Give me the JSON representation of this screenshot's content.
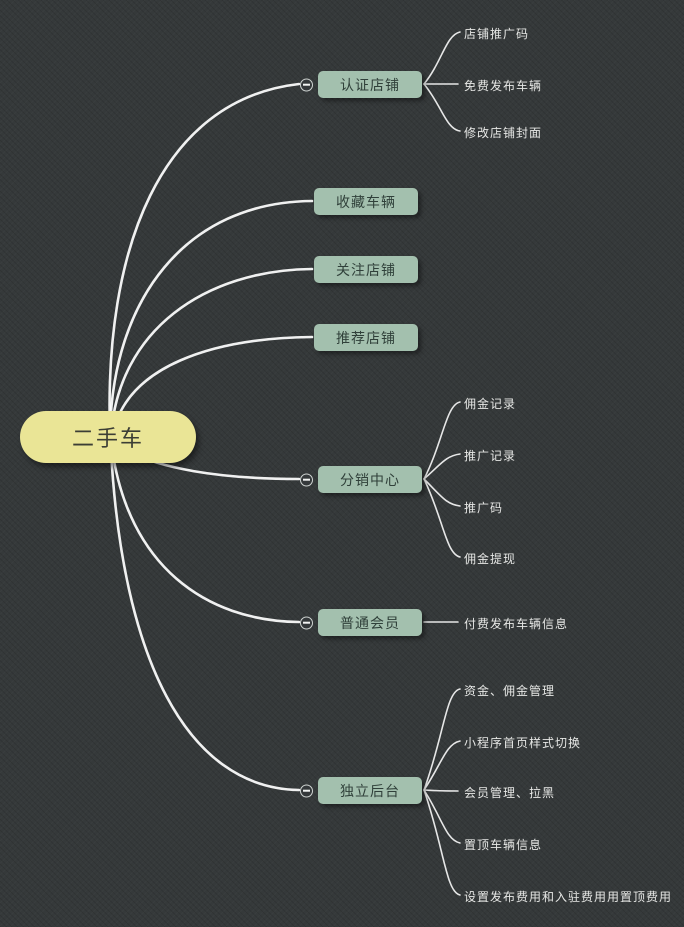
{
  "root": {
    "label": "二手车"
  },
  "branches": [
    {
      "label": "认证店铺",
      "has_collapse_icon": true,
      "children": [
        "店铺推广码",
        "免费发布车辆",
        "修改店铺封面"
      ]
    },
    {
      "label": "收藏车辆",
      "has_collapse_icon": false,
      "children": []
    },
    {
      "label": "关注店铺",
      "has_collapse_icon": false,
      "children": []
    },
    {
      "label": "推荐店铺",
      "has_collapse_icon": false,
      "children": []
    },
    {
      "label": "分销中心",
      "has_collapse_icon": true,
      "children": [
        "佣金记录",
        "推广记录",
        "推广码",
        "佣金提现"
      ]
    },
    {
      "label": "普通会员",
      "has_collapse_icon": true,
      "children": [
        "付费发布车辆信息"
      ]
    },
    {
      "label": "独立后台",
      "has_collapse_icon": true,
      "children": [
        "资金、佣金管理",
        "小程序首页样式切换",
        "会员管理、拉黑",
        "置顶车辆信息",
        "设置发布费用和入驻费用用置顶费用"
      ]
    }
  ],
  "colors": {
    "background": "#35393a",
    "root_fill": "#eae596",
    "branch_fill": "#a3c0ae",
    "line": "#ffffff",
    "leaf_text": "#e6e7e5"
  }
}
